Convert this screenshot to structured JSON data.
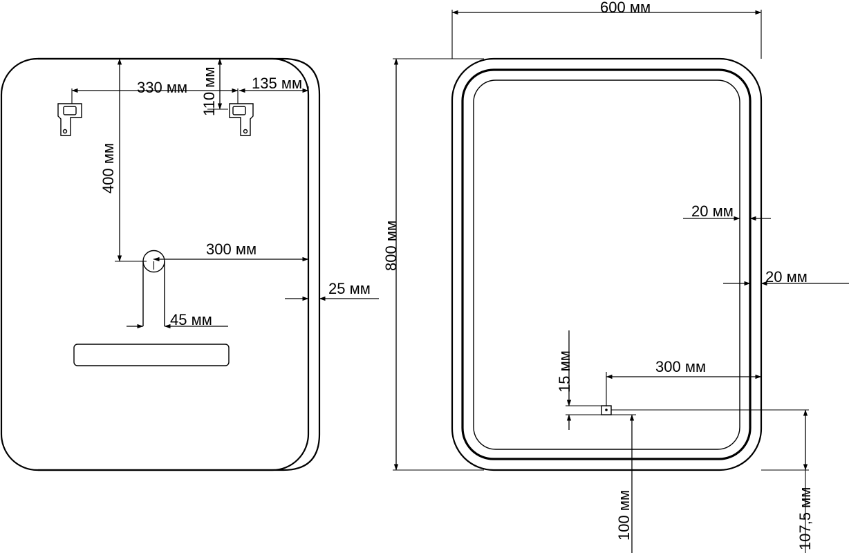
{
  "back_view": {
    "dim_hanger_spacing": "330 мм",
    "dim_hanger_edge": "135 мм",
    "dim_hanger_top": "110 мм",
    "dim_switch_height": "400 мм",
    "dim_switch_edge": "300 мм",
    "dim_depth": "25 мм",
    "dim_switch_width": "45 мм"
  },
  "front_view": {
    "dim_width": "600 мм",
    "dim_height": "800 мм",
    "dim_led_offset_1": "20 мм",
    "dim_led_offset_2": "20 мм",
    "dim_sensor_edge": "300 мм",
    "dim_sensor_size": "15 мм",
    "dim_sensor_bottom": "100 мм",
    "dim_sensor_total": "107,5 мм"
  }
}
